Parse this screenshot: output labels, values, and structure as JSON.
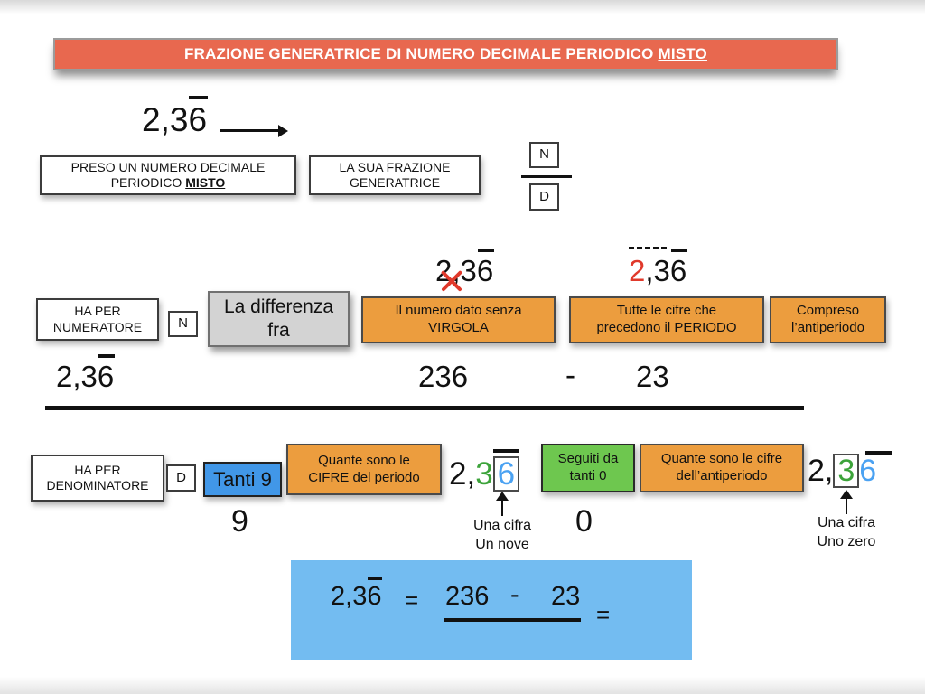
{
  "header": {
    "title": "FRAZIONE GENERATRICE DI NUMERO DECIMALE PERIODICO ",
    "title_emphasis": "MISTO"
  },
  "number": {
    "integer": "2",
    "comma": ",",
    "antiperiod": "3",
    "period": "6"
  },
  "intro": {
    "given_box": {
      "line1": "PRESO UN NUMERO DECIMALE",
      "line2_prefix": "PERIODICO ",
      "line2_emphasis": "MISTO"
    },
    "fraction_box": {
      "line1": "LA SUA FRAZIONE",
      "line2": "GENERATRICE"
    },
    "numerator_symbol": "N",
    "denominator_symbol": "D"
  },
  "numerator_row": {
    "label": {
      "line1": "HA PER",
      "line2": "NUMERATORE"
    },
    "symbol": "N",
    "difference_box": {
      "line1": "La differenza",
      "line2": "fra"
    },
    "without_comma_box": {
      "line1": "Il numero dato senza",
      "line2": "VIRGOLA"
    },
    "before_period_box": {
      "line1": "Tutte le cifre che",
      "line2": "precedono il PERIODO"
    },
    "including_antiperiod_box": {
      "line1": "Compreso",
      "line2": "l’antiperiodo"
    }
  },
  "fraction": {
    "minuend": "236",
    "minus": "-",
    "subtrahend": "23"
  },
  "denominator_row": {
    "label": {
      "line1": "HA PER",
      "line2": "DENOMINATORE"
    },
    "symbol": "D",
    "nines_box": "Tanti 9",
    "period_digits_box": {
      "line1": "Quante sono le",
      "line2": "CIFRE del periodo"
    },
    "zeros_box": {
      "line1": "Seguiti da",
      "line2": "tanti 0"
    },
    "antiperiod_digits_box": {
      "line1": "Quante sono le cifre",
      "line2": "dell’antiperiodo"
    },
    "nine_value": "9",
    "zero_value": "0",
    "nine_caption": {
      "line1": "Una cifra",
      "line2": "Un nove"
    },
    "zero_caption": {
      "line1": "Una cifra",
      "line2": "Uno zero"
    }
  },
  "result": {
    "equals": "=",
    "minuend": "236",
    "minus": "-",
    "subtrahend": "23",
    "equals_final": "="
  }
}
